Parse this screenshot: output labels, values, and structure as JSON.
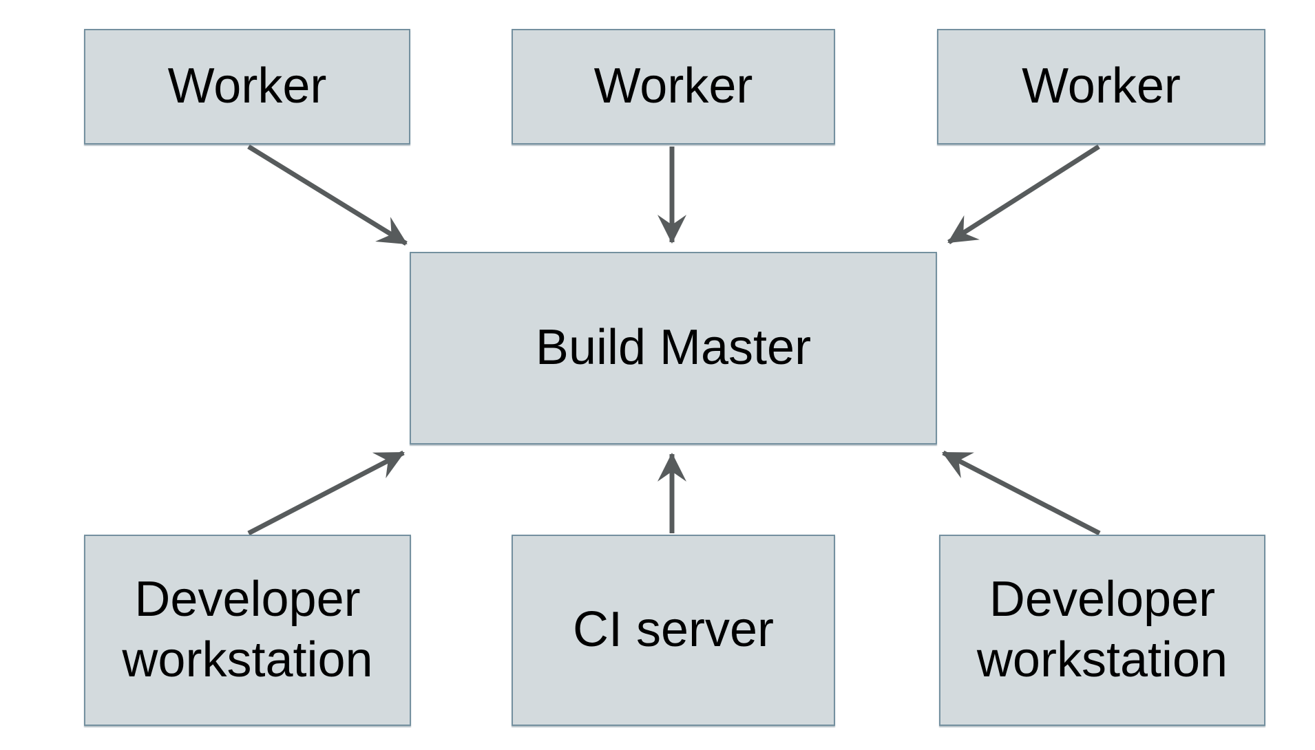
{
  "diagram": {
    "title": "",
    "type": "architecture-flow",
    "background": "#ffffff",
    "nodes": [
      {
        "id": "worker-1",
        "label": "Worker",
        "row": "top"
      },
      {
        "id": "worker-2",
        "label": "Worker",
        "row": "top"
      },
      {
        "id": "worker-3",
        "label": "Worker",
        "row": "top"
      },
      {
        "id": "build-master",
        "label": "Build Master",
        "row": "center"
      },
      {
        "id": "dev-workstation-left",
        "label": "Developer workstation",
        "row": "bottom"
      },
      {
        "id": "ci-server",
        "label": "CI server",
        "row": "bottom"
      },
      {
        "id": "dev-workstation-right",
        "label": "Developer workstation",
        "row": "bottom"
      }
    ],
    "edges": [
      {
        "from": "worker-1",
        "to": "build-master"
      },
      {
        "from": "worker-2",
        "to": "build-master"
      },
      {
        "from": "worker-3",
        "to": "build-master"
      },
      {
        "from": "dev-workstation-left",
        "to": "build-master"
      },
      {
        "from": "ci-server",
        "to": "build-master"
      },
      {
        "from": "dev-workstation-right",
        "to": "build-master"
      }
    ],
    "colors": {
      "node_fill": "#d3dadd",
      "node_border": "#74909f",
      "arrow": "#575b5c",
      "text": "#000000",
      "background": "#ffffff"
    }
  }
}
